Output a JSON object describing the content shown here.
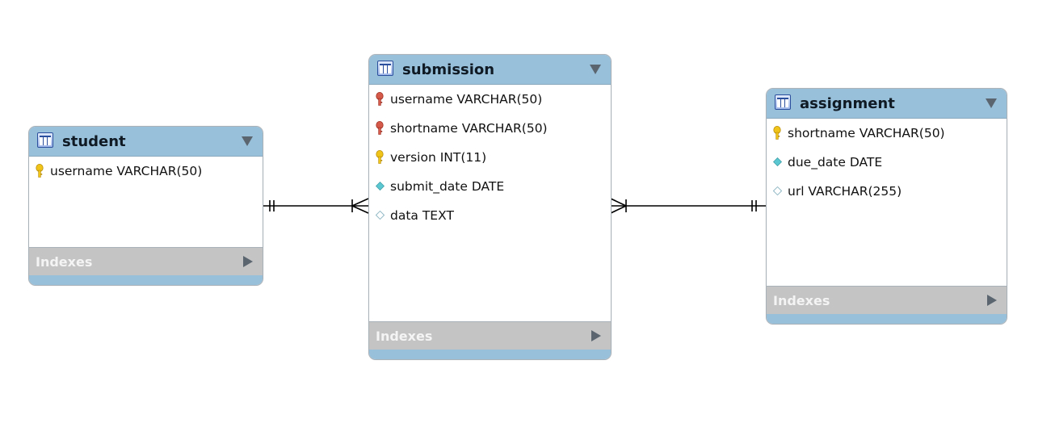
{
  "colors": {
    "header": "#98c0da",
    "indexes_bar": "#c4c4c4",
    "primary_key": "#f0c419",
    "foreign_key": "#d65a4a",
    "nonnull_column": "#5bc8d1",
    "nullable_column": "#ffffff"
  },
  "tables": {
    "student": {
      "title": "student",
      "columns": [
        {
          "label": "username VARCHAR(50)",
          "icon": "primary-key-icon"
        }
      ],
      "indexes_label": "Indexes"
    },
    "submission": {
      "title": "submission",
      "columns": [
        {
          "label": "username VARCHAR(50)",
          "icon": "foreign-key-icon"
        },
        {
          "label": "shortname VARCHAR(50)",
          "icon": "foreign-key-icon"
        },
        {
          "label": "version INT(11)",
          "icon": "primary-key-icon"
        },
        {
          "label": "submit_date DATE",
          "icon": "nonnull-column-icon"
        },
        {
          "label": "data TEXT",
          "icon": "nullable-column-icon"
        }
      ],
      "indexes_label": "Indexes"
    },
    "assignment": {
      "title": "assignment",
      "columns": [
        {
          "label": "shortname VARCHAR(50)",
          "icon": "primary-key-icon"
        },
        {
          "label": "due_date DATE",
          "icon": "nonnull-column-icon"
        },
        {
          "label": "url VARCHAR(255)",
          "icon": "nullable-column-icon"
        }
      ],
      "indexes_label": "Indexes"
    }
  },
  "relationships": [
    {
      "from": "student",
      "to": "submission",
      "from_cardinality": "one-and-only-one",
      "to_cardinality": "one-or-many"
    },
    {
      "from": "submission",
      "to": "assignment",
      "from_cardinality": "one-or-many",
      "to_cardinality": "one-and-only-one"
    }
  ]
}
